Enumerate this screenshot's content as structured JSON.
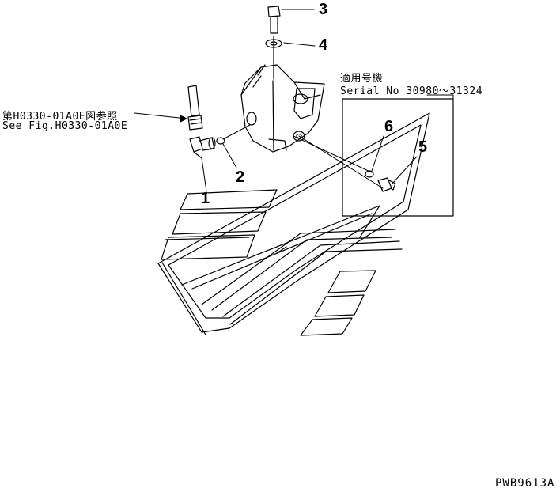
{
  "reference": {
    "line_jp": "第H0330-01A0E図参照",
    "line_en": "See Fig.H0330-01A0E"
  },
  "serial": {
    "line_jp": "適用号機",
    "line_en": "Serial No 30980～31324"
  },
  "callouts": [
    "1",
    "2",
    "3",
    "4",
    "5",
    "6"
  ],
  "drawing_code": "PWB9613A",
  "colors": {
    "ink": "#000000",
    "background": "#ffffff"
  }
}
